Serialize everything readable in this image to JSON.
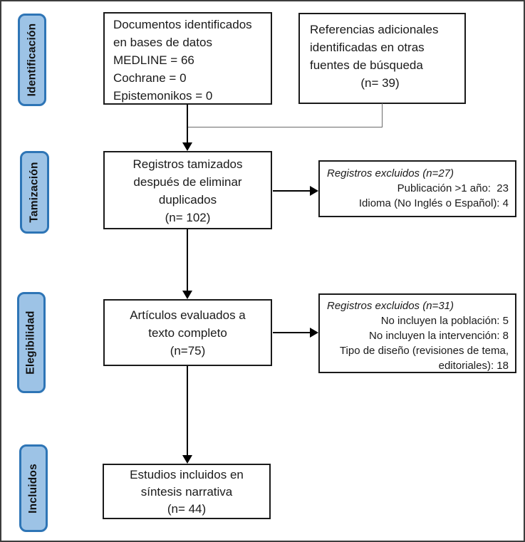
{
  "colors": {
    "stage_fill": "#9dc3e6",
    "stage_border": "#2e75b6",
    "box_border": "#1a1a1a",
    "connector": "#000000"
  },
  "stages": {
    "identificacion": "Identificación",
    "tamizacion": "Tamización",
    "elegibilidad": "Elegibilidad",
    "incluidos": "Incluidos"
  },
  "boxes": {
    "identified": {
      "lines": [
        "Documentos identificados",
        "en bases de datos",
        "MEDLINE = 66",
        "Cochrane = 0",
        "Epistemonikos = 0"
      ]
    },
    "additional": {
      "lines": [
        "Referencias adicionales",
        "identificadas en otras",
        "fuentes de búsqueda"
      ],
      "count": "(n= 39)"
    },
    "screened": {
      "lines": [
        "Registros tamizados",
        "después de eliminar",
        "duplicados",
        "(n= 102)"
      ]
    },
    "excluded_screening": {
      "title": "Registros excluidos (n=27)",
      "items": [
        "Publicación >1 año:  23",
        "Idioma (No Inglés o Español): 4"
      ]
    },
    "fulltext": {
      "lines": [
        "Artículos evaluados a",
        "texto completo",
        "(n=75)"
      ]
    },
    "excluded_eligibility": {
      "title": "Registros excluidos (n=31)",
      "items": [
        "No incluyen la población: 5",
        "No incluyen la intervención: 8",
        "Tipo de diseño (revisiones de tema,",
        "editoriales): 18"
      ]
    },
    "included": {
      "lines": [
        "Estudios incluidos en",
        "síntesis narrativa",
        "(n= 44)"
      ]
    }
  }
}
